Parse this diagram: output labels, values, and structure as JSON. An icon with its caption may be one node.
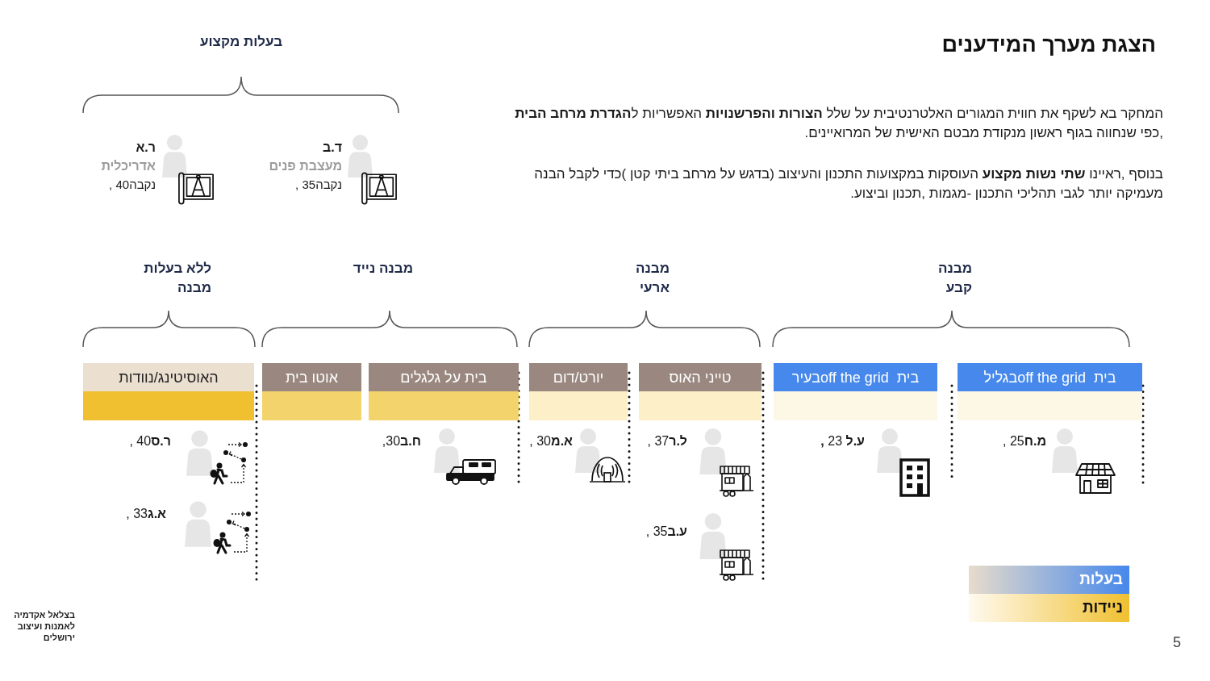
{
  "diagram": {
    "title": "הצגת מערך המידענים",
    "nodes": [
      {
        "text": [
          "בית  off the gridבגליל"
        ]
      },
      {
        "text": [
          "בית  off the gridבעיר"
        ]
      },
      {
        "text": [
          "טייני האוס"
        ]
      },
      {
        "text": [
          "יורט/דום"
        ]
      },
      {
        "text": [
          "בית על גלגלים"
        ]
      },
      {
        "text": [
          "אוטו בית"
        ]
      },
      {
        "text": [
          "האוסיטינג/נוודות"
        ]
      }
    ],
    "labels": [
      "המחקר בא לשקף את חווית המגורים האלטרנטיבית על שלל **הצורות והפרשנויות** האפשריות ל**הגדרת מרחב הבית** ,כפי שנחווה בגוף ראשון מנקודת מבטם האישית של המרואיינים.",
      "בנוסף ,ראיינו **שתי נשות מקצוע** העוסקות במקצועות התכנון והעיצוב (בדגש על מרחב ביתי קטן )כדי לקבל הבנה מעמיקה יותר לגבי תהליכי התכנון -מגמות ,תכנון וביצוע.",
      "בעלות מקצוע",
      "ד.ב",
      "מעצבת פנים",
      "נקבה35 ,",
      "ר.א",
      "אדריכלית",
      "נקבה40 ,",
      "מבנה קבע",
      "מבנה ארעי",
      "מבנה נייד",
      "ללא בעלות מבנה",
      "**מ.ח**25 ,",
      "**ע.ל** 23 **,**",
      "**ל.ר**37 ,",
      "**א.מ**30 ,",
      "**ח.ב**30,",
      "**ר.ס**40 ,",
      "**ע.ב**35 ,",
      "**א.ג**33 ,",
      "בצלאל אקדמיה לאמנות ועיצוב ירושלים",
      "5"
    ],
    "legend": [
      {
        "text": "בעלות",
        "color": "#4688ec"
      },
      {
        "text": "ניידות",
        "color": "#f0c030"
      }
    ]
  }
}
